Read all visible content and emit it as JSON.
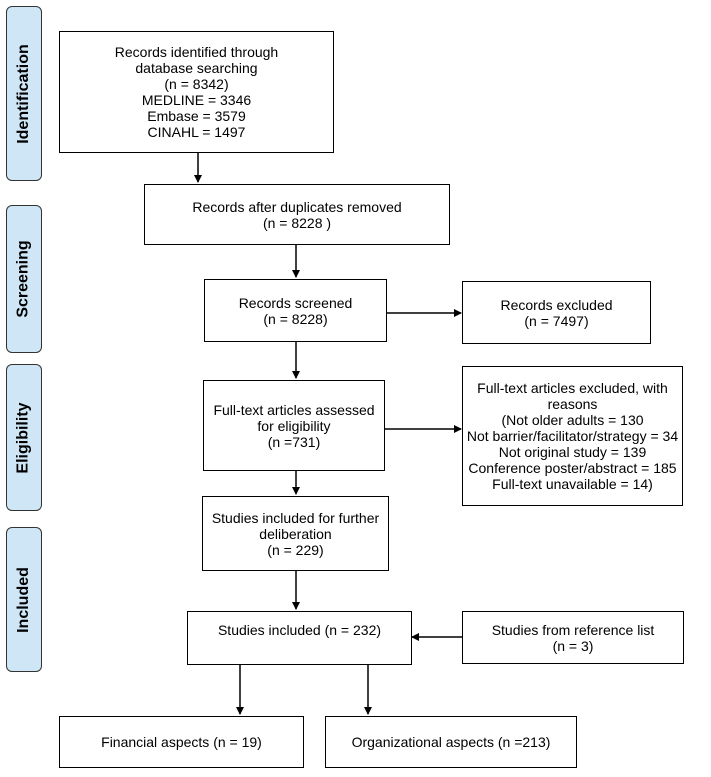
{
  "phases": {
    "identification": "Identification",
    "screening": "Screening",
    "eligibility": "Eligibility",
    "included": "Included"
  },
  "boxes": {
    "identified": [
      "Records identified through",
      "database searching",
      "(n = 8342)",
      "MEDLINE = 3346",
      "Embase = 3579",
      "CINAHL = 1497"
    ],
    "after_duplicates": [
      "Records after duplicates removed",
      "(n =  8228 )"
    ],
    "screened": [
      "Records screened",
      "(n = 8228)"
    ],
    "excluded": [
      "Records excluded",
      "(n = 7497)"
    ],
    "fulltext_assessed": [
      "Full-text articles assessed",
      "for eligibility",
      "(n =731)"
    ],
    "fulltext_excluded": [
      "Full-text articles excluded, with",
      "reasons",
      "(Not older adults =  130",
      "Not barrier/facilitator/strategy = 34",
      "Not original study = 139",
      "Conference poster/abstract = 185",
      "Full-text unavailable  = 14)"
    ],
    "further_deliberation": [
      "Studies included for further",
      "deliberation",
      "(n = 229)"
    ],
    "included": [
      "Studies included (n = 232)"
    ],
    "reference_list": [
      "Studies from reference list",
      "(n = 3)"
    ],
    "financial": [
      "Financial aspects (n = 19)"
    ],
    "organizational": [
      "Organizational aspects (n =213)"
    ]
  }
}
